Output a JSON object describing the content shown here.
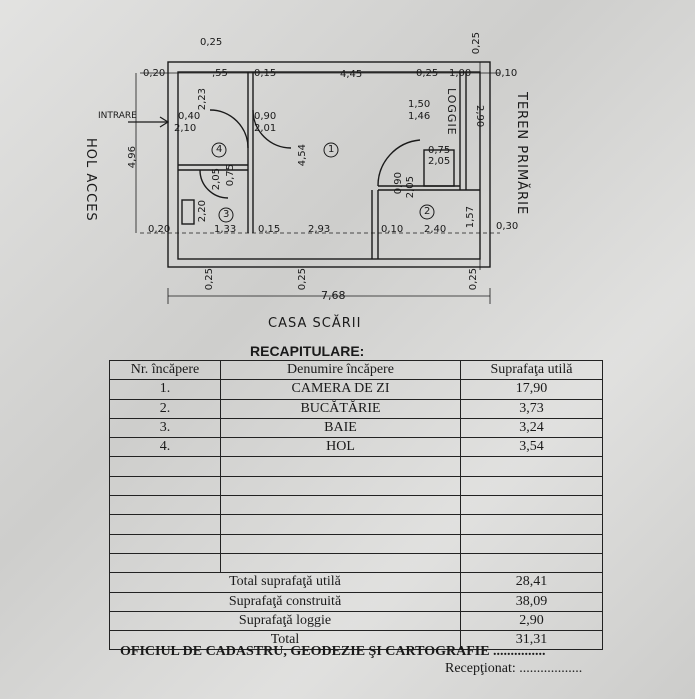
{
  "plan": {
    "outside_left": "HOL ACCES",
    "outside_right": "TEREN PRIMĂRIE",
    "outside_bottom": "CASA SCĂRII",
    "entrance": "INTRARE",
    "loggia": "LOGGIE",
    "room_numbers": [
      "1",
      "2",
      "3",
      "4"
    ],
    "dims": {
      "d_025_tl": "0,25",
      "d_020_top": "0,20",
      "d_055": ",55",
      "d_015_top": "0,15",
      "d_445": "4,45",
      "d_025_top": "0,25",
      "d_100": "1,00",
      "d_025_tr": "0,25",
      "d_010_top": "0,10",
      "d_223": "2,23",
      "d_040": "0,40",
      "d_210": "2,10",
      "d_090": "0,90",
      "d_201": "2,01",
      "d_150": "1,50",
      "d_146": "1,46",
      "d_290": "2,90",
      "d_496": "4,96",
      "d_454": "4,54",
      "d_075a": "0,75",
      "d_205a": "2,05",
      "d_075b": "0,75",
      "d_205b": "2,05",
      "d_090b": "0,90",
      "d_205c": "2,05",
      "d_020_mid": "0,20",
      "d_220": "2,20",
      "d_133": "1,33",
      "d_015_mid": "0,15",
      "d_293": "2,93",
      "d_010_mid": "0,10",
      "d_240": "2,40",
      "d_157": "1,57",
      "d_030": "0,30",
      "d_025_b1": "0,25",
      "d_025_b2": "0,25",
      "d_025_b3": "0,25",
      "d_768": "7,68"
    }
  },
  "recap": {
    "title": "RECAPITULARE:",
    "headers": [
      "Nr. încăpere",
      "Denumire încăpere",
      "Suprafaţa utilă"
    ],
    "rows": [
      {
        "nr": "1.",
        "name": "CAMERA DE ZI",
        "area": "17,90"
      },
      {
        "nr": "2.",
        "name": "BUCĂTĂRIE",
        "area": "3,73"
      },
      {
        "nr": "3.",
        "name": "BAIE",
        "area": "3,24"
      },
      {
        "nr": "4.",
        "name": "HOL",
        "area": "3,54"
      }
    ],
    "totals": [
      {
        "label": "Total suprafaţă utilă",
        "value": "28,41"
      },
      {
        "label": "Suprafaţă construită",
        "value": "38,09"
      },
      {
        "label": "Suprafaţă loggie",
        "value": "2,90"
      },
      {
        "label": "Total",
        "value": "31,31"
      }
    ]
  },
  "footer": {
    "office": "OFICIUL DE CADASTRU, GEODEZIE ŞI CARTOGRAFIE ...............",
    "received": "Recepţionat: .................."
  }
}
